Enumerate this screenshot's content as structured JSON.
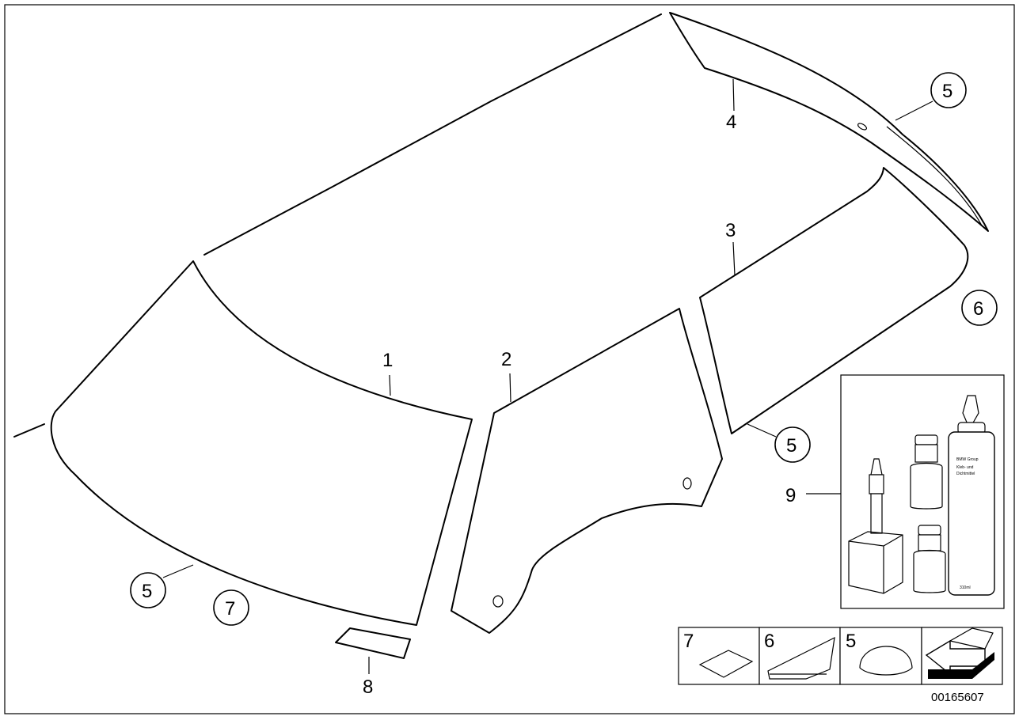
{
  "callouts": [
    {
      "id": "1",
      "text": "1"
    },
    {
      "id": "2",
      "text": "2"
    },
    {
      "id": "3",
      "text": "3"
    },
    {
      "id": "4",
      "text": "4"
    },
    {
      "id": "8",
      "text": "8"
    },
    {
      "id": "9",
      "text": "9"
    }
  ],
  "circled": {
    "c5_top": "5",
    "c6": "6",
    "c5_mid": "5",
    "c5_left": "5",
    "c7": "7"
  },
  "kit_labels": {
    "cartridge_text1": "BMW Group",
    "cartridge_text2": "Kleb- und",
    "cartridge_text3": "Dichtmittel",
    "cartridge_volume": "310ml"
  },
  "legend": {
    "cell1": "7",
    "cell2": "6",
    "cell3": "5"
  },
  "diagram_number": "00165607"
}
